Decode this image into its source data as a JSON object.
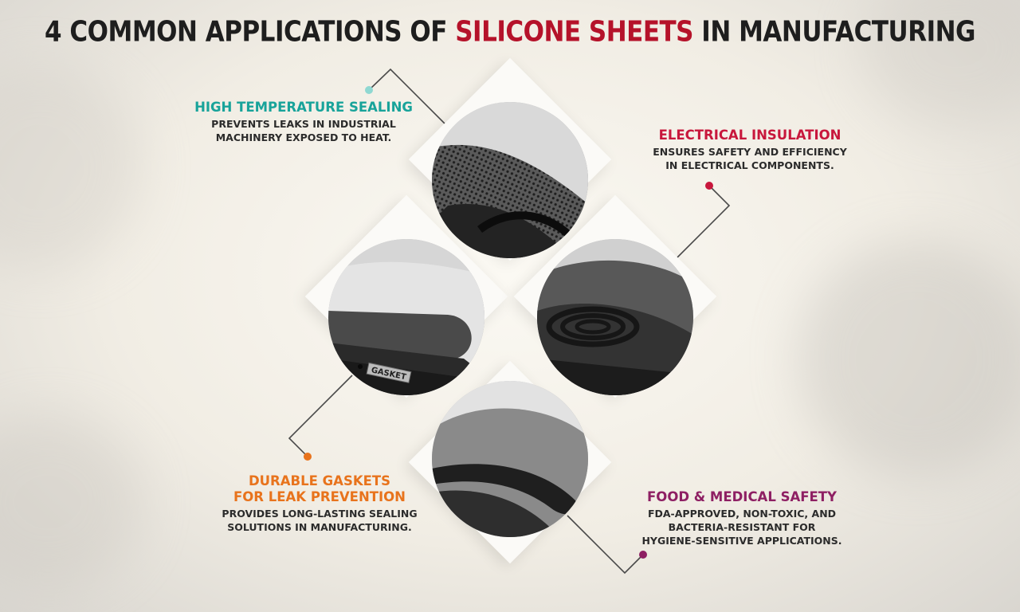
{
  "title": {
    "prefix": "4 COMMON APPLICATIONS OF",
    "highlight": "SILICONE SHEETS",
    "suffix": "IN MANUFACTURING"
  },
  "colors": {
    "title_highlight": "#b5122a",
    "teal": "#18a39a",
    "crimson": "#c8173c",
    "orange": "#e8731c",
    "purple": "#8e1f63"
  },
  "applications": [
    {
      "heading": "HIGH TEMPERATURE SEALING",
      "desc_line1": "PREVENTS LEAKS IN INDUSTRIAL",
      "desc_line2": "MACHINERY EXPOSED TO HEAT.",
      "image": "textured-silicone-sheet"
    },
    {
      "heading": "ELECTRICAL INSULATION",
      "desc_line1": "ENSURES SAFETY AND EFFICIENCY",
      "desc_line2": "IN ELECTRICAL COMPONENTS.",
      "image": "rolled-silicone-sheet"
    },
    {
      "heading_line1": "DURABLE GASKETS",
      "heading_line2": "FOR LEAK PREVENTION",
      "desc_line1": "PROVIDES LONG-LASTING SEALING",
      "desc_line2": "SOLUTIONS IN MANUFACTURING.",
      "image": "gasket-silicone-sheets",
      "gasket_text": "GASKET"
    },
    {
      "heading": "FOOD & MEDICAL SAFETY",
      "desc_line1": "FDA-APPROVED, NON-TOXIC, AND",
      "desc_line2": "BACTERIA-RESISTANT FOR",
      "desc_line3": "HYGIENE-SENSITIVE APPLICATIONS.",
      "image": "curled-silicone-sheet"
    }
  ]
}
